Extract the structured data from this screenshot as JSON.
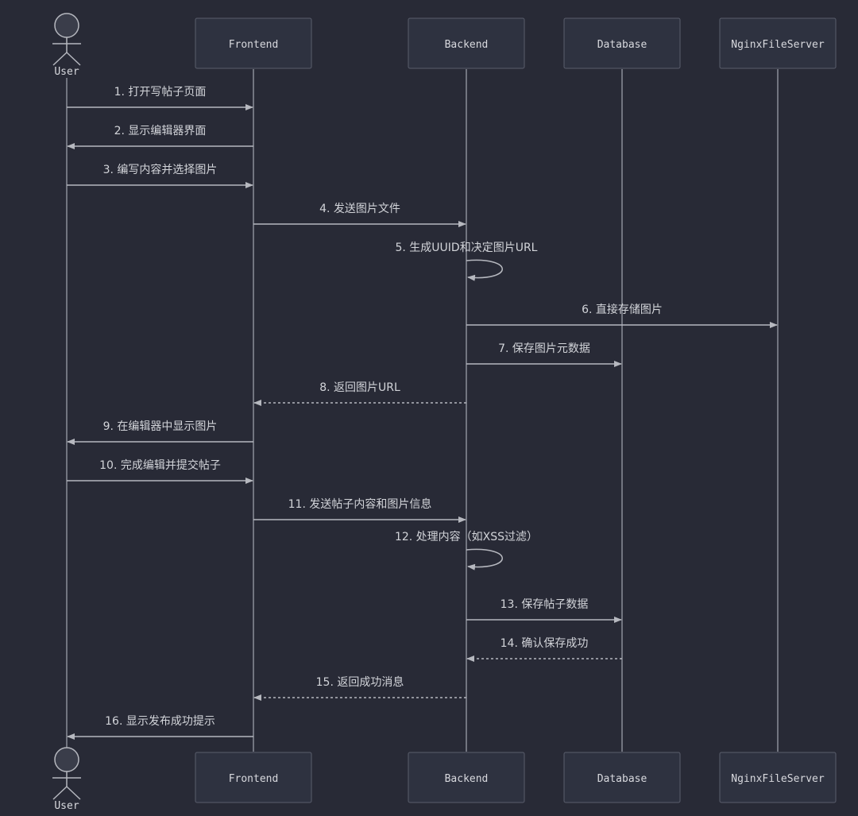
{
  "actor": {
    "label": "User"
  },
  "participants": [
    {
      "id": "frontend",
      "label": "Frontend"
    },
    {
      "id": "backend",
      "label": "Backend"
    },
    {
      "id": "database",
      "label": "Database"
    },
    {
      "id": "nginx",
      "label": "NginxFileServer"
    }
  ],
  "messages": [
    {
      "from": "user",
      "to": "frontend",
      "label": "1. 打开写帖子页面",
      "style": "solid"
    },
    {
      "from": "frontend",
      "to": "user",
      "label": "2. 显示编辑器界面",
      "style": "solid"
    },
    {
      "from": "user",
      "to": "frontend",
      "label": "3. 编写内容并选择图片",
      "style": "solid"
    },
    {
      "from": "frontend",
      "to": "backend",
      "label": "4. 发送图片文件",
      "style": "solid"
    },
    {
      "from": "backend",
      "to": "backend",
      "label": "5. 生成UUID和决定图片URL",
      "style": "self"
    },
    {
      "from": "backend",
      "to": "nginx",
      "label": "6. 直接存储图片",
      "style": "solid"
    },
    {
      "from": "backend",
      "to": "database",
      "label": "7. 保存图片元数据",
      "style": "solid"
    },
    {
      "from": "backend",
      "to": "frontend",
      "label": "8. 返回图片URL",
      "style": "dashed"
    },
    {
      "from": "frontend",
      "to": "user",
      "label": "9. 在编辑器中显示图片",
      "style": "solid"
    },
    {
      "from": "user",
      "to": "frontend",
      "label": "10. 完成编辑并提交帖子",
      "style": "solid"
    },
    {
      "from": "frontend",
      "to": "backend",
      "label": "11. 发送帖子内容和图片信息",
      "style": "solid"
    },
    {
      "from": "backend",
      "to": "backend",
      "label": "12. 处理内容（如XSS过滤）",
      "style": "self"
    },
    {
      "from": "backend",
      "to": "database",
      "label": "13. 保存帖子数据",
      "style": "solid"
    },
    {
      "from": "database",
      "to": "backend",
      "label": "14. 确认保存成功",
      "style": "dashed"
    },
    {
      "from": "backend",
      "to": "frontend",
      "label": "15. 返回成功消息",
      "style": "dashed"
    },
    {
      "from": "frontend",
      "to": "user",
      "label": "16. 显示发布成功提示",
      "style": "solid"
    }
  ],
  "colors": {
    "background": "#282a36",
    "box_fill": "#2e3240",
    "line": "#b6b8bf",
    "text": "#d2d4d9"
  }
}
